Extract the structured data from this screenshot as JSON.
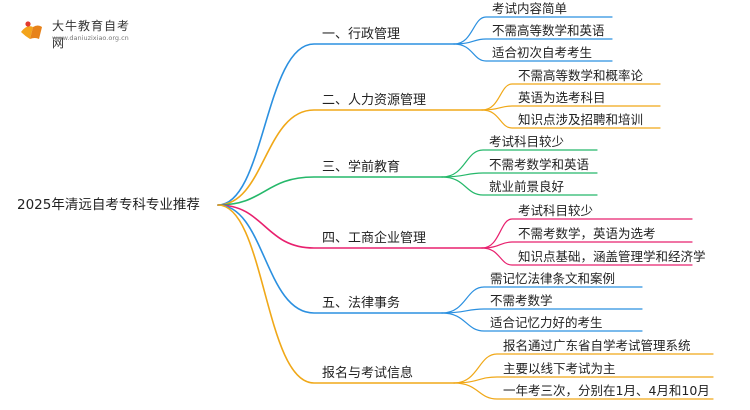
{
  "logo": {
    "name": "大牛教育自考网",
    "url": "www.daniuzixiao.org.cn"
  },
  "root": "2025年清远自考专科专业推荐",
  "branches": [
    {
      "label": "一、行政管理",
      "color": "#2b90e0",
      "leaves": [
        "考试内容简单",
        "不需高等数学和英语",
        "适合初次自考考生"
      ]
    },
    {
      "label": "二、人力资源管理",
      "color": "#f0a818",
      "leaves": [
        "不需高等数学和概率论",
        "英语为选考科目",
        "知识点涉及招聘和培训"
      ]
    },
    {
      "label": "三、学前教育",
      "color": "#25b86a",
      "leaves": [
        "考试科目较少",
        "不需考数学和英语",
        "就业前景良好"
      ]
    },
    {
      "label": "四、工商企业管理",
      "color": "#e8206e",
      "leaves": [
        "考试科目较少",
        "不需考数学，英语为选考",
        "知识点基础，涵盖管理学和经济学"
      ]
    },
    {
      "label": "五、法律事务",
      "color": "#2b90e0",
      "leaves": [
        "需记忆法律条文和案例",
        "不需考数学",
        "适合记忆力好的考生"
      ]
    },
    {
      "label": "报名与考试信息",
      "color": "#f0a818",
      "leaves": [
        "报名通过广东省自学考试管理系统",
        "主要以线下考试为主",
        "一年考三次，分别在1月、4月和10月"
      ]
    }
  ]
}
